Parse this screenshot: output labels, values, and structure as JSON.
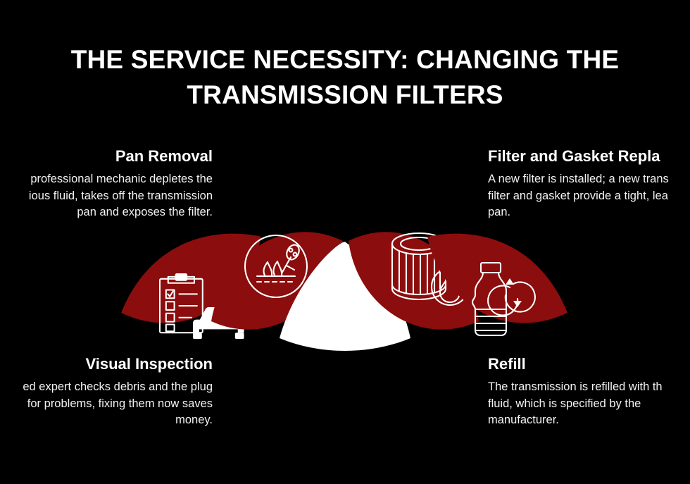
{
  "page": {
    "background_color": "#000000",
    "title": "THE SERVICE NECESSITY: CHANGING THE\nTRANSMISSION FILTERS"
  },
  "theme": {
    "petal_red": "#8B0D0D",
    "petal_white": "#ffffff",
    "text_color": "#ffffff",
    "body_text_color": "#f2f2f2"
  },
  "steps": [
    {
      "id": "pan-removal",
      "heading": "Pan Removal",
      "body": "professional mechanic depletes the\nious fluid, takes off the transmission\npan and exposes the filter.",
      "icon": "drain-plug-fluid-icon",
      "petal_color": "#8B0D0D",
      "position": "top-left"
    },
    {
      "id": "visual-inspection",
      "heading": "Visual Inspection",
      "body": "ed expert checks debris and the plug\nfor problems, fixing them now saves\nmoney.",
      "icon": "clipboard-car-checklist-icon",
      "petal_color": "#8B0D0D",
      "position": "bottom-left"
    },
    {
      "id": "filter-gasket-replacement",
      "heading": "Filter and Gasket Repla",
      "body": "A new filter is installed; a new trans\nfilter and gasket provide a tight, lea\npan.",
      "icon": "oil-filter-drop-icon",
      "petal_color": "#8B0D0D",
      "position": "top-right"
    },
    {
      "id": "refill",
      "heading": "Refill",
      "body": "The transmission is refilled with th\nfluid, which is specified by the\nmanufacturer.",
      "icon": "oil-bottle-refresh-icon",
      "petal_color": "#8B0D0D",
      "position": "bottom-right"
    }
  ],
  "center_petal": {
    "id": "center-highlight",
    "color": "#ffffff",
    "label": ""
  }
}
